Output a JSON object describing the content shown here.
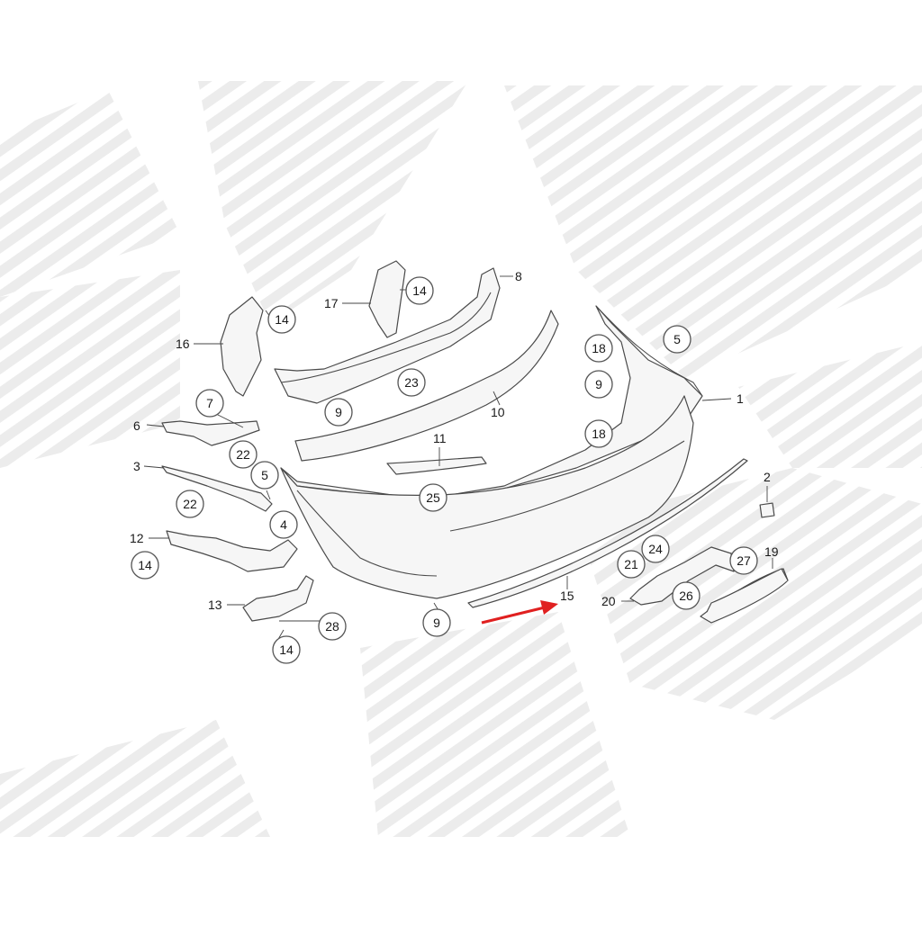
{
  "diagram": {
    "colors": {
      "watermark": "#e9e9e9",
      "part_fill": "#f6f6f6",
      "part_stroke": "#4a4a4a",
      "arrow": "#e02020"
    },
    "callouts": {
      "c1": "1",
      "c2": "2",
      "c3": "3",
      "c4": "4",
      "c5a": "5",
      "c5b": "5",
      "c6": "6",
      "c7": "7",
      "c8": "8",
      "c9a": "9",
      "c9b": "9",
      "c9c": "9",
      "c10": "10",
      "c11": "11",
      "c12": "12",
      "c13": "13",
      "c14a": "14",
      "c14b": "14",
      "c14c": "14",
      "c14d": "14",
      "c15": "15",
      "c16": "16",
      "c17": "17",
      "c18a": "18",
      "c18b": "18",
      "c19": "19",
      "c20": "20",
      "c21": "21",
      "c22a": "22",
      "c22b": "22",
      "c23": "23",
      "c24": "24",
      "c25": "25",
      "c26": "26",
      "c27": "27",
      "c28": "28"
    }
  }
}
